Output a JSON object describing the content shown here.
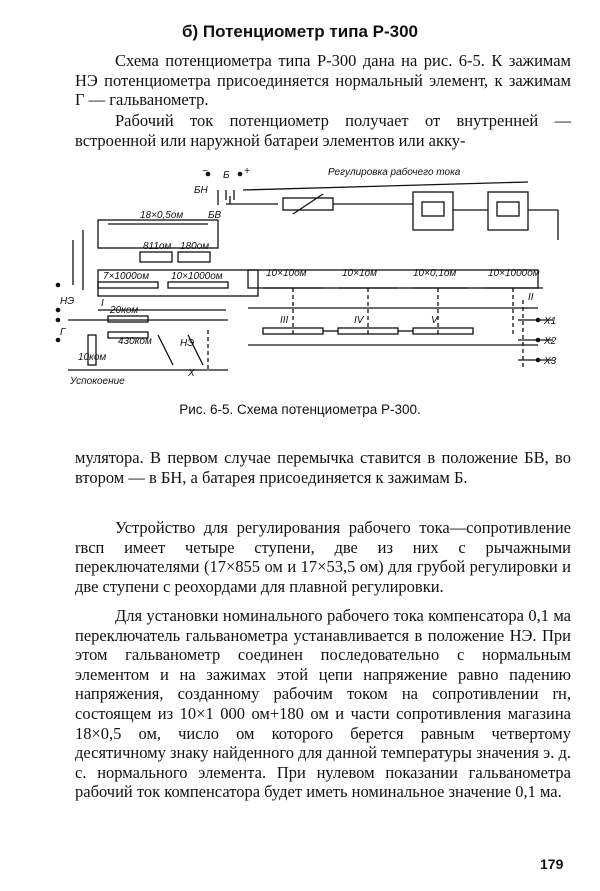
{
  "heading": "б) Потенциометр типа Р-300",
  "paragraphs": [
    "Схема потенциометра типа Р-300 дана на рис. 6-5. К зажимам НЭ потенциометра присоединяется нормальный элемент, к зажимам Г — гальванометр.",
    "Рабочий ток потенциометр получает от внутренней — встроенной или наружной батареи элементов или аккумулятора. В первом случае перемычка ставится в положение БВ, во втором — в БН, а батарея присоединяется к зажимам Б.",
    "Устройство для регулирования рабочего тока—сопротивление rвсп имеет четыре ступени, две из них с рычажными переключателями (17×855 ом и 17×53,5 ом) для грубой регулировки и две ступени с реохордами для плавной регулировки.",
    "Для установки номинального рабочего тока компенсатора 0,1 ма переключатель гальванометра устанавливается в положение НЭ. При этом гальванометр соединен последовательно с нормальным элементом и на зажимах этой цепи напряжение равно падению напряжения, созданному рабочим током на сопротивлении rн, состоящем из 10×1 000 ом+180 ом и части сопротивления магазина 18×0,5 ом, число ом которого берется равным четвертому десятичному знаку найденного для данной температуры значения э. д. с. нормального элемента. При нулевом показании гальванометра рабочий ток компенсатора будет иметь номинальное значение 0,1 ма."
  ],
  "text": {
    "p2_start": "Рабочий ток потенциометр получает от внутренней — встроенной или наружной батареи элементов или акку-",
    "p2_end": "мулятора. В первом случае перемычка ставится в положение БВ, во втором — в БН, а батарея присоединяется к зажимам Б.",
    "p3": "Устройство для регулирования рабочего тока—сопротивление rвсп имеет четыре ступени, две из них с рычажными переключателями (17×855 ом и 17×53,5 ом) для грубой регулировки и две ступени с реохордами для плавной регулировки.",
    "p4": "Для установки номинального рабочего тока компенсатора 0,1 ма переключатель гальванометра устанавливается в положение НЭ. При этом гальванометр соединен последовательно с нормальным элементом и на зажимах этой цепи напряжение равно падению напряжения, созданному рабочим током на сопротивлении rн, состоящем из 10×1 000 ом+180 ом и части сопротивления магазина 18×0,5 ом, число ом которого берется равным четвертому десятичному знаку найденного для данной температуры значения э. д. с. нормального элемента. При нулевом показании гальванометра рабочий ток компенсатора будет иметь номинальное значение 0,1 ма."
  },
  "figure": {
    "caption": "Рис. 6-5. Схема потенциометра Р-300.",
    "labels": {
      "bn": "БН",
      "b": "Б",
      "minus": "−",
      "plus": "+",
      "bv": "БВ",
      "reg": "Регулировка рабочего тока",
      "r18x05": "18×0,5ом",
      "r811": "811ом",
      "r180": "180ом",
      "r7x1000": "7×1000ом",
      "r10x1000a": "10×1000ом",
      "r10x10": "10×10ом",
      "r10x1": "10×1ом",
      "r10x01": "10×0,1ом",
      "r10x1000b": "10×1000ом",
      "ne": "НЭ",
      "g": "Г",
      "r20": "20ком",
      "r430": "430ком",
      "r10": "10ком",
      "ne2": "НЭ",
      "x_left": "Х",
      "damp": "Успокоение",
      "roman1": "I",
      "roman2": "II",
      "roman3": "III",
      "roman4": "IV",
      "roman5": "V",
      "x1": "Х1",
      "x2": "Х2",
      "x3": "Х3"
    }
  },
  "page_number": "179"
}
